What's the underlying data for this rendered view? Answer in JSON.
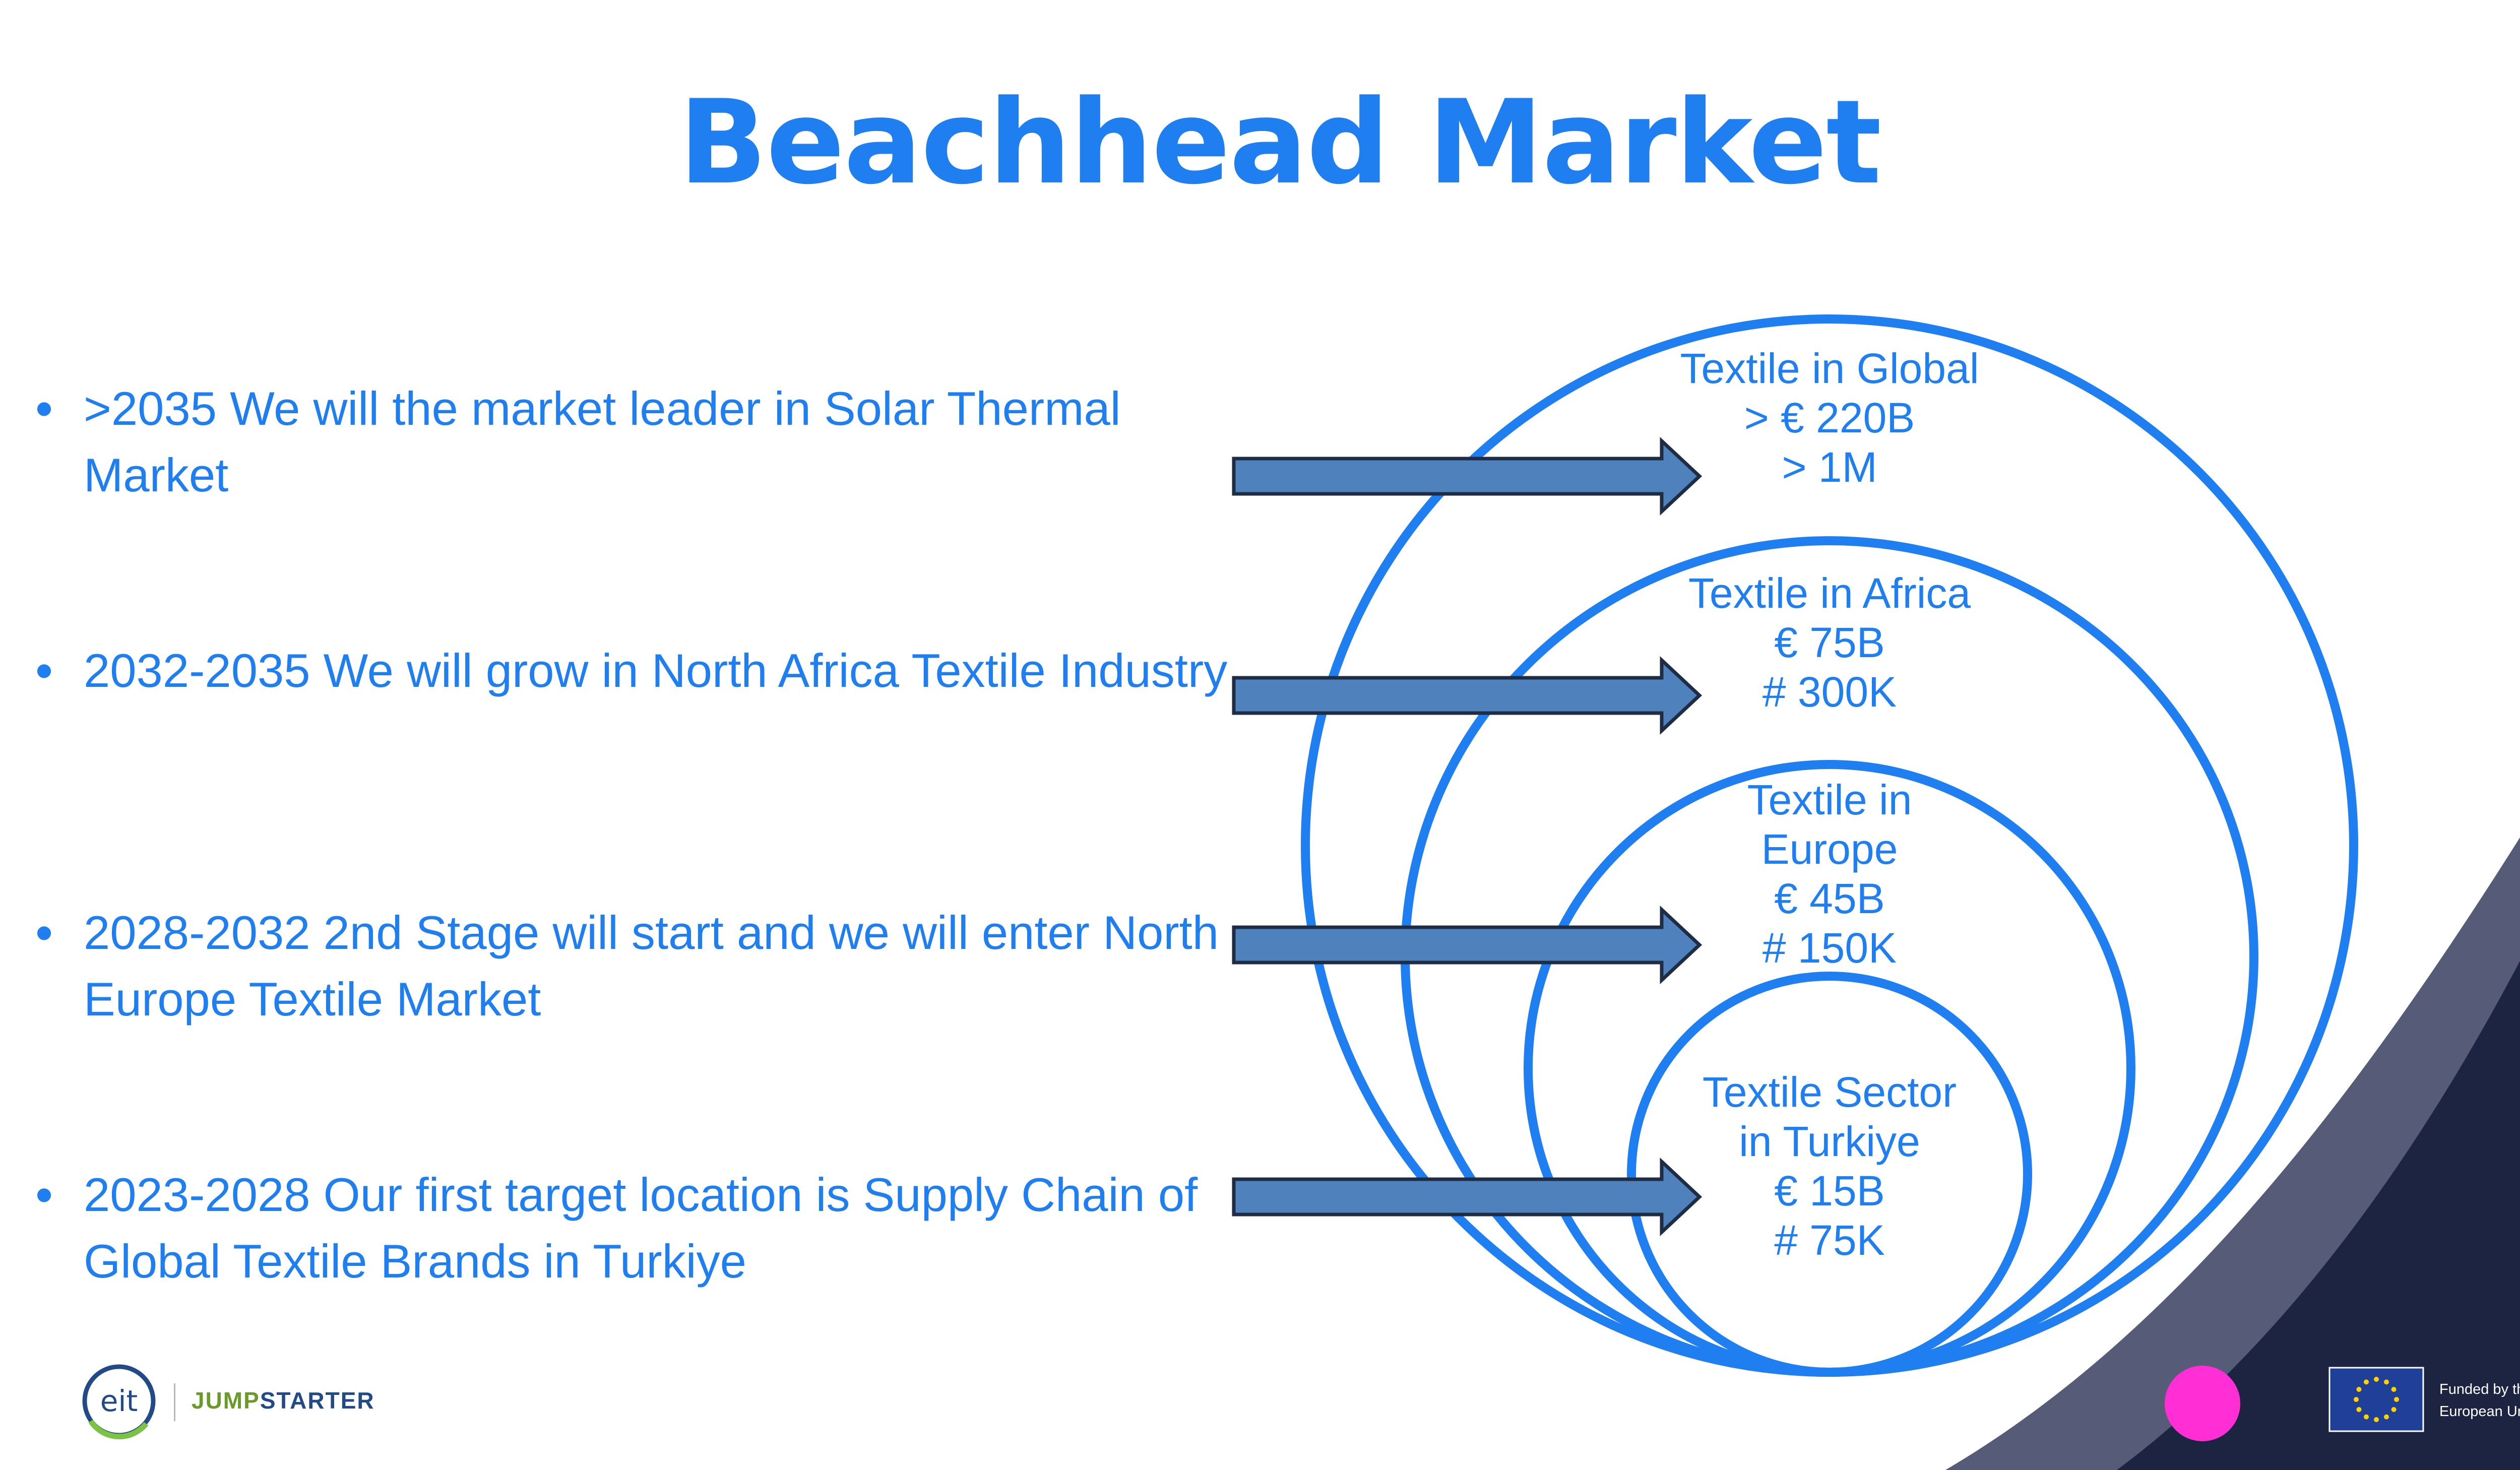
{
  "title": "Beachhead Market",
  "bullets": [
    {
      "marker": "•",
      "text": ">2035 We will the market leader in Solar Thermal Market"
    },
    {
      "marker": "•",
      "text": "2032-2035 We will grow in North Africa Textile Industry"
    },
    {
      "marker": "•",
      "text": "2028-2032 2nd Stage will start and we will enter North Europe Textile Market"
    },
    {
      "marker": "•",
      "text": "2023-2028 Our first target location is Supply Chain of Global Textile Brands in Turkiye"
    }
  ],
  "circles": [
    {
      "lines": [
        "Textile in Global",
        "> € 220B",
        "> 1M"
      ]
    },
    {
      "lines": [
        "Textile in Africa",
        "€ 75B",
        "# 300K"
      ]
    },
    {
      "lines": [
        "Textile in",
        "Europe",
        "€ 45B",
        "# 150K"
      ]
    },
    {
      "lines": [
        "Textile Sector",
        "in Turkiye",
        "€ 15B",
        "# 75K"
      ]
    }
  ],
  "footer": {
    "eit_logo_text": "eit",
    "brand_jump": "JUMP",
    "brand_starter": "STARTER",
    "eu_funding_line1": "Funded by the",
    "eu_funding_line2": "European Union"
  },
  "colors": {
    "accent": "#1f7ff0",
    "arrow_fill": "#4f81bd",
    "arrow_stroke": "#1f2d44",
    "navy": "#1c2442",
    "slate": "#565b78",
    "pink": "#ff2fd5",
    "green": "#42dc7a",
    "eu_blue": "#1f3f99",
    "eu_star": "#ffd200"
  },
  "icons": [
    "eit-logo-icon",
    "eu-flag-icon"
  ]
}
